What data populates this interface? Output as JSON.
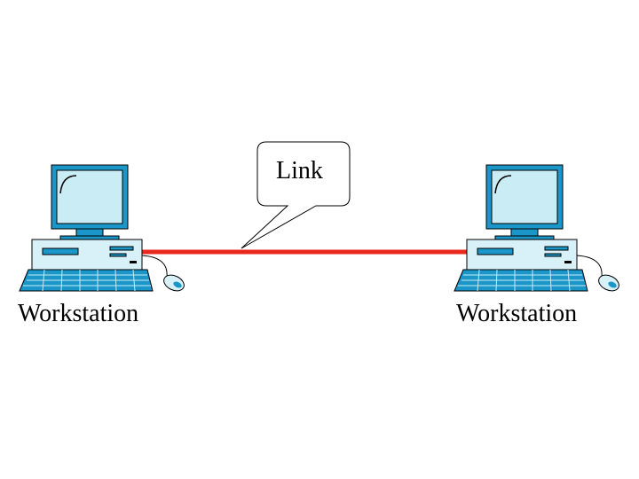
{
  "diagram": {
    "link_label": "Link",
    "nodes": [
      {
        "label": "Workstation"
      },
      {
        "label": "Workstation"
      }
    ],
    "colors": {
      "link": "#e8281e",
      "screen": "#c9ecf5",
      "casing": "#1a96c8",
      "casing_light": "#d8f0f8",
      "outline": "#000000"
    },
    "icons": [
      "computer-icon",
      "keyboard-icon",
      "mouse-icon"
    ]
  }
}
